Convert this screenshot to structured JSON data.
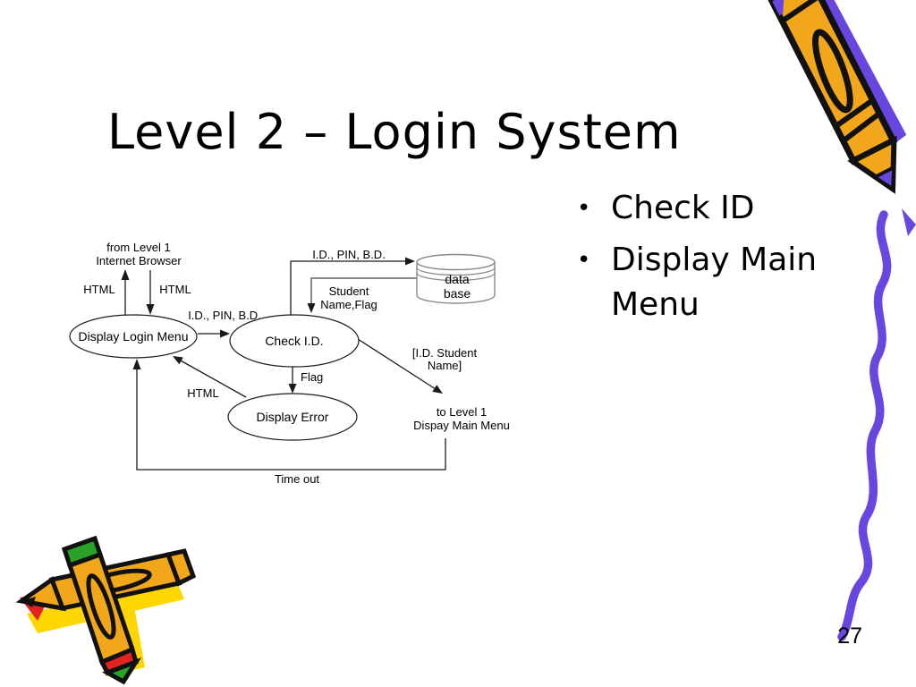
{
  "slide": {
    "title": "Level 2 – Login System",
    "bullet_char": "•",
    "bullets": [
      "Check ID",
      "Display Main Menu"
    ],
    "page_number": "27"
  },
  "diagram": {
    "external_entity": {
      "line1": "from Level 1",
      "line2": "Internet Browser"
    },
    "nodes": {
      "display_login_menu": "Display Login Menu",
      "check_id": "Check I.D.",
      "display_error": "Display Error"
    },
    "datastore": {
      "line1": "data",
      "line2": "base"
    },
    "flows": {
      "html_up": "HTML",
      "html_down": "HTML",
      "id_pin_bd_to_check": "I.D., PIN, B.D.",
      "id_pin_bd_to_db": "I.D., PIN, B.D.",
      "student_name_flag_line1": "Student",
      "student_name_flag_line2": "Name,Flag",
      "flag": "Flag",
      "html_error": "HTML",
      "id_student_name_line1": "[I.D. Student",
      "id_student_name_line2": "Name]",
      "to_level1_line1": "to Level 1",
      "to_level1_line2": "Dispay Main Menu",
      "time_out": "Time out"
    }
  },
  "colors": {
    "background": "#ffffff",
    "text": "#000000",
    "diagram_stroke": "#1a1a1a",
    "datastore_stroke": "#888888",
    "return_flow_gray": "#888888",
    "accent_purple": "#6747e0",
    "crayon_orange": "#f2a71b",
    "crayon_green": "#28a228",
    "crayon_red": "#e32222",
    "shadow_yellow": "#ffd700"
  }
}
